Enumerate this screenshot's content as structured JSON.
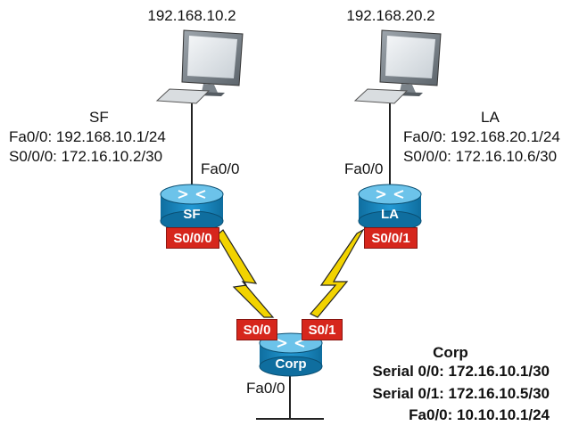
{
  "sf_pc": {
    "ip": "192.168.10.2"
  },
  "la_pc": {
    "ip": "192.168.20.2"
  },
  "sf": {
    "name": "SF",
    "label": "SF",
    "fa_line": "Fa0/0: 192.168.10.1/24",
    "s_line": "S0/0/0: 172.16.10.2/30",
    "fa_port": "Fa0/0",
    "serial_port": "S0/0/0"
  },
  "la": {
    "name": "LA",
    "label": "LA",
    "fa_line": "Fa0/0: 192.168.20.1/24",
    "s_line": "S0/0/0: 172.16.10.6/30",
    "fa_port": "Fa0/0",
    "serial_port": "S0/0/1"
  },
  "corp": {
    "name": "Corp",
    "label": "Corp",
    "s0_line": "Serial 0/0: 172.16.10.1/30",
    "s1_line": "Serial 0/1: 172.16.10.5/30",
    "fa_line": "Fa0/0: 10.10.10.1/24",
    "fa_port": "Fa0/0",
    "s0_port": "S0/0",
    "s1_port": "S0/1"
  },
  "colors": {
    "router_body": "#1a8fc9",
    "router_top": "#6cc3ea",
    "interface_tag": "#d6261c",
    "serial_link": "#f2d300"
  }
}
